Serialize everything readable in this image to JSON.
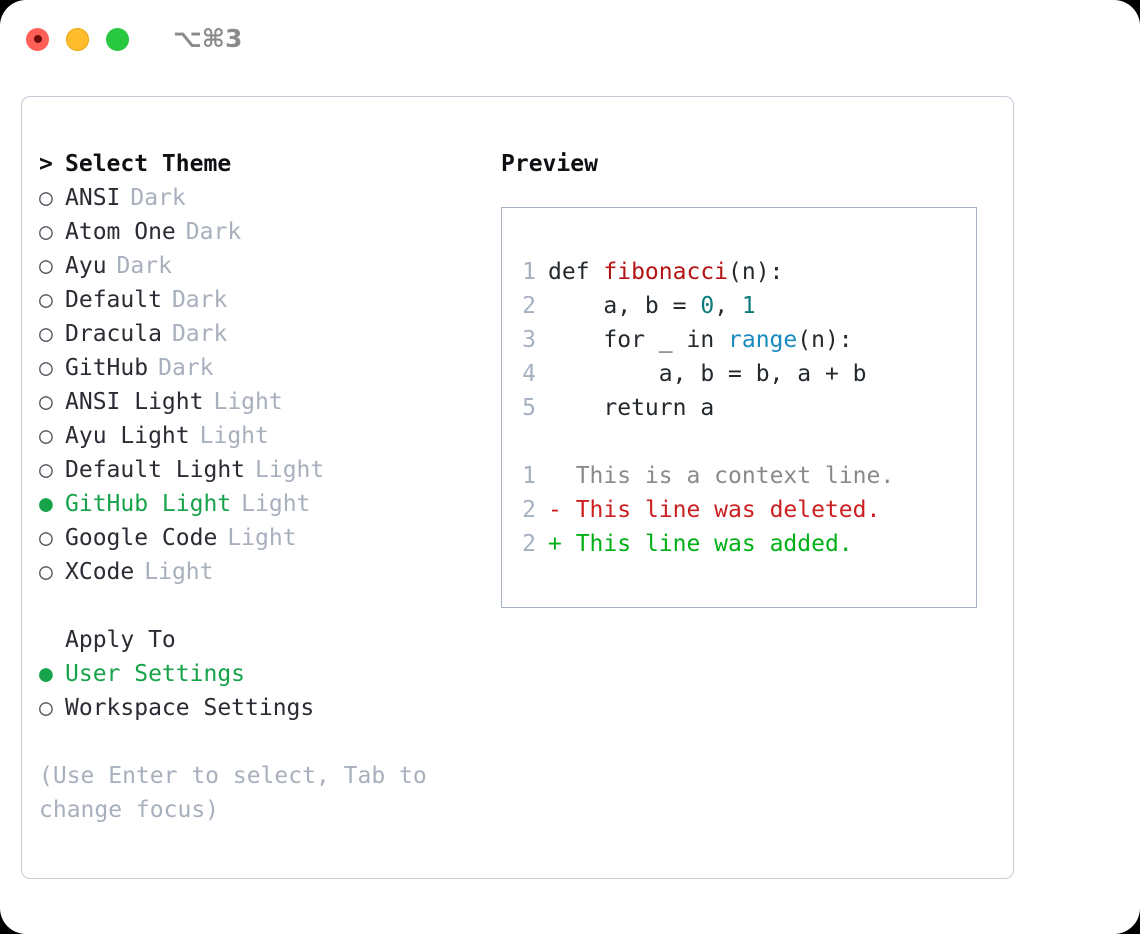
{
  "window": {
    "shortcut_badge": "⌥⌘3",
    "traffic_lights": [
      "close",
      "minimize",
      "maximize"
    ]
  },
  "theme_panel": {
    "header_marker": ">",
    "header_label": "Select Theme",
    "unselected_marker": "○",
    "selected_marker": "●",
    "selected_color": "#17a34a",
    "themes": [
      {
        "name": "ANSI",
        "variant": "Dark",
        "selected": false
      },
      {
        "name": "Atom One",
        "variant": "Dark",
        "selected": false
      },
      {
        "name": "Ayu",
        "variant": "Dark",
        "selected": false
      },
      {
        "name": "Default",
        "variant": "Dark",
        "selected": false
      },
      {
        "name": "Dracula",
        "variant": "Dark",
        "selected": false
      },
      {
        "name": "GitHub",
        "variant": "Dark",
        "selected": false
      },
      {
        "name": "ANSI Light",
        "variant": "Light",
        "selected": false
      },
      {
        "name": "Ayu Light",
        "variant": "Light",
        "selected": false
      },
      {
        "name": "Default Light",
        "variant": "Light",
        "selected": false
      },
      {
        "name": "GitHub Light",
        "variant": "Light",
        "selected": true
      },
      {
        "name": "Google Code",
        "variant": "Light",
        "selected": false
      },
      {
        "name": "XCode",
        "variant": "Light",
        "selected": false
      }
    ]
  },
  "apply_to": {
    "header_label": "Apply To",
    "options": [
      {
        "name": "User Settings",
        "selected": true
      },
      {
        "name": "Workspace Settings",
        "selected": false
      }
    ]
  },
  "hint": {
    "text": "(Use Enter to select, Tab to change focus)"
  },
  "preview": {
    "title": "Preview",
    "code_lines": [
      {
        "num": "1",
        "segments": [
          {
            "text": "def ",
            "kind": "plain"
          },
          {
            "text": "fibonacci",
            "kind": "func"
          },
          {
            "text": "(n):",
            "kind": "plain"
          }
        ]
      },
      {
        "num": "2",
        "segments": [
          {
            "text": "    a, b = ",
            "kind": "plain"
          },
          {
            "text": "0",
            "kind": "num"
          },
          {
            "text": ", ",
            "kind": "plain"
          },
          {
            "text": "1",
            "kind": "num"
          }
        ]
      },
      {
        "num": "3",
        "segments": [
          {
            "text": "    for _ in ",
            "kind": "plain"
          },
          {
            "text": "range",
            "kind": "call"
          },
          {
            "text": "(n):",
            "kind": "plain"
          }
        ]
      },
      {
        "num": "4",
        "segments": [
          {
            "text": "        a, b = b, a + b",
            "kind": "plain"
          }
        ]
      },
      {
        "num": "5",
        "segments": [
          {
            "text": "    return a",
            "kind": "plain"
          }
        ]
      }
    ],
    "diff_lines": [
      {
        "num": "1",
        "prefix": "  ",
        "text": "This is a context line.",
        "kind": "context"
      },
      {
        "num": "2",
        "prefix": "- ",
        "text": "This line was deleted.",
        "kind": "del"
      },
      {
        "num": "2",
        "prefix": "+ ",
        "text": "This line was added.",
        "kind": "add"
      }
    ]
  }
}
